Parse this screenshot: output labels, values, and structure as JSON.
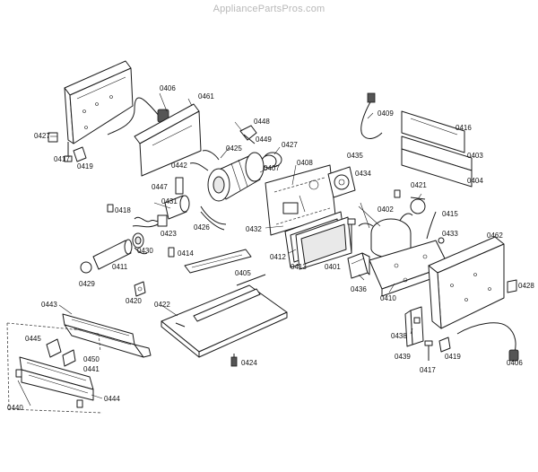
{
  "watermark": "AppliancePartsPros.com",
  "parts": [
    {
      "label": "0406"
    },
    {
      "label": "0461"
    },
    {
      "label": "0427"
    },
    {
      "label": "0417"
    },
    {
      "label": "0419"
    },
    {
      "label": "0448"
    },
    {
      "label": "0449"
    },
    {
      "label": "0425"
    },
    {
      "label": "0427"
    },
    {
      "label": "0442"
    },
    {
      "label": "0407"
    },
    {
      "label": "0408"
    },
    {
      "label": "0435"
    },
    {
      "label": "0434"
    },
    {
      "label": "0409"
    },
    {
      "label": "0416"
    },
    {
      "label": "0403"
    },
    {
      "label": "0404"
    },
    {
      "label": "0447"
    },
    {
      "label": "0431"
    },
    {
      "label": "0418"
    },
    {
      "label": "0423"
    },
    {
      "label": "0426"
    },
    {
      "label": "0432"
    },
    {
      "label": "0421"
    },
    {
      "label": "0415"
    },
    {
      "label": "0402"
    },
    {
      "label": "0433"
    },
    {
      "label": "0462"
    },
    {
      "label": "0430"
    },
    {
      "label": "0414"
    },
    {
      "label": "0412"
    },
    {
      "label": "0413"
    },
    {
      "label": "0401"
    },
    {
      "label": "0411"
    },
    {
      "label": "0405"
    },
    {
      "label": "0429"
    },
    {
      "label": "0436"
    },
    {
      "label": "0410"
    },
    {
      "label": "0428"
    },
    {
      "label": "0420"
    },
    {
      "label": "0422"
    },
    {
      "label": "0443"
    },
    {
      "label": "0438"
    },
    {
      "label": "0445"
    },
    {
      "label": "0450"
    },
    {
      "label": "0441"
    },
    {
      "label": "0424"
    },
    {
      "label": "0439"
    },
    {
      "label": "0419"
    },
    {
      "label": "0417"
    },
    {
      "label": "0406"
    },
    {
      "label": "0444"
    },
    {
      "label": "0440"
    }
  ]
}
